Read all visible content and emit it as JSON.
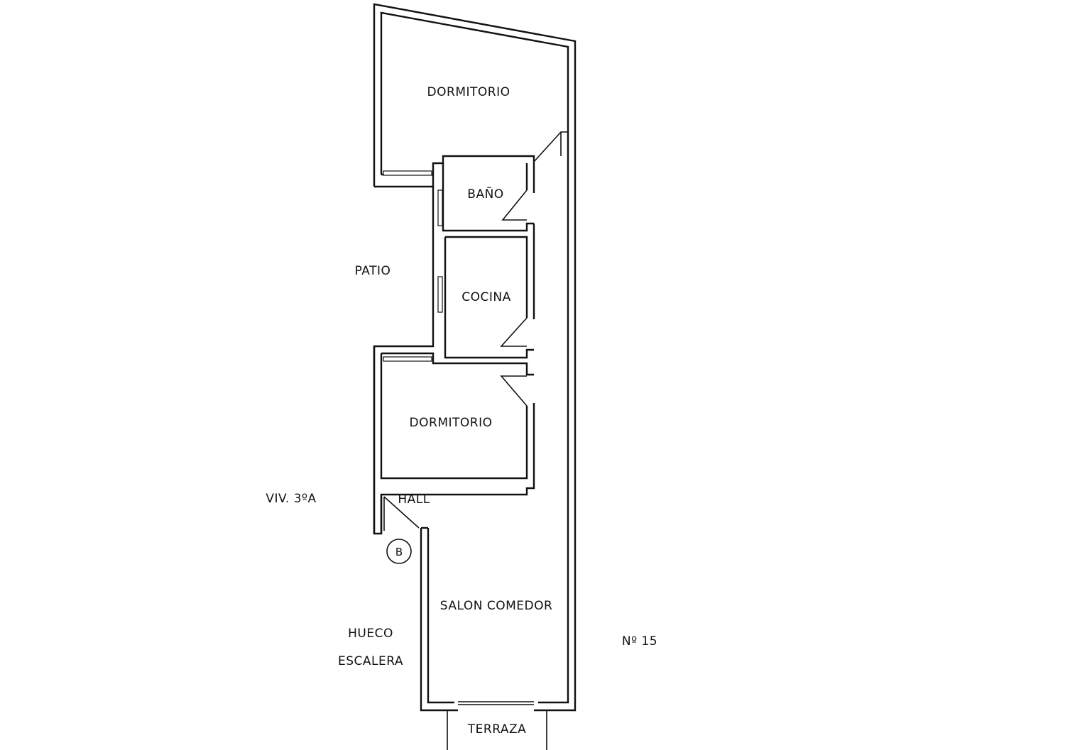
{
  "labels": {
    "dormitorio_1": "DORMITORIO",
    "bano": "BAÑO",
    "patio": "PATIO",
    "cocina": "COCINA",
    "dormitorio_2": "DORMITORIO",
    "viv": "VIV.  3ºA",
    "hall": "HALL",
    "marker": "B",
    "salon": "SALON  COMEDOR",
    "hueco": "HUECO",
    "escalera": "ESCALERA",
    "numero": "Nº  15",
    "terraza": "TERRAZA"
  },
  "colors": {
    "line": "#111111",
    "background": "#ffffff"
  }
}
